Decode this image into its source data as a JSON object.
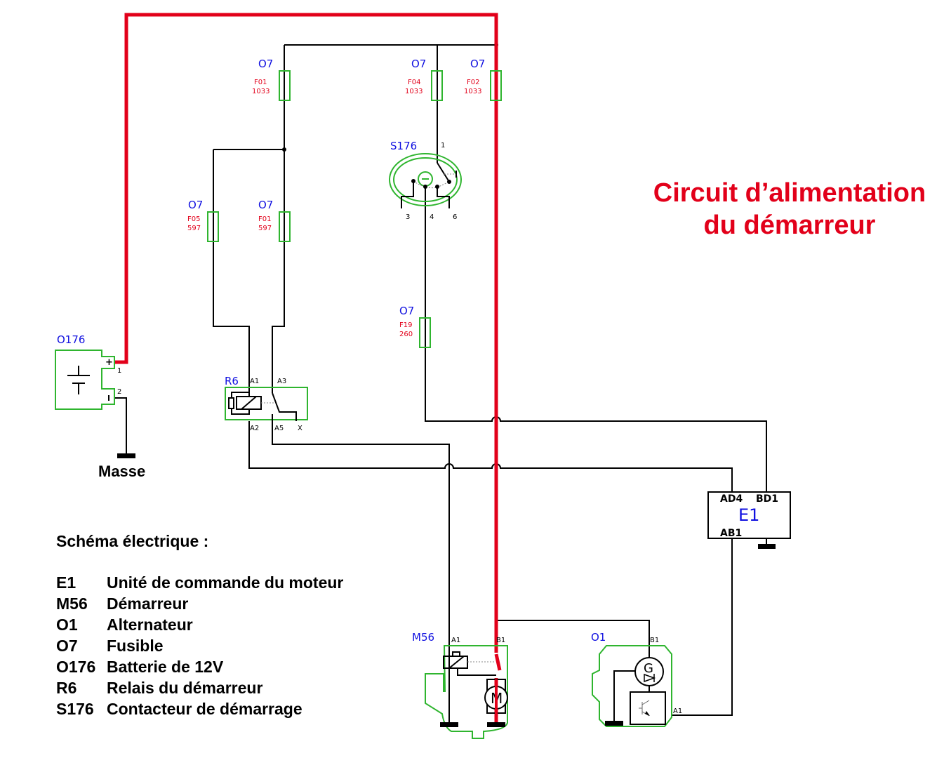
{
  "title": {
    "line1": "Circuit d’alimentation",
    "line2": "du démarreur"
  },
  "ground_label": "Masse",
  "legend": {
    "title": "Schéma électrique :",
    "items": [
      {
        "code": "E1",
        "label": "Unité de commande du moteur"
      },
      {
        "code": "M56",
        "label": "Démarreur"
      },
      {
        "code": "O1",
        "label": "Alternateur"
      },
      {
        "code": "O7",
        "label": "Fusible"
      },
      {
        "code": "O176",
        "label": "Batterie de 12V"
      },
      {
        "code": "R6",
        "label": "Relais du démarreur"
      },
      {
        "code": "S176",
        "label": "Contacteur de démarrage"
      }
    ]
  },
  "fuses": [
    {
      "ref": "O7",
      "id": "F01",
      "rating": "1033"
    },
    {
      "ref": "O7",
      "id": "F04",
      "rating": "1033"
    },
    {
      "ref": "O7",
      "id": "F02",
      "rating": "1033"
    },
    {
      "ref": "O7",
      "id": "F05",
      "rating": "597"
    },
    {
      "ref": "O7",
      "id": "F01",
      "rating": "597"
    },
    {
      "ref": "O7",
      "id": "F19",
      "rating": "260"
    }
  ],
  "components": {
    "battery": {
      "ref": "O176",
      "pins": [
        "+",
        "1",
        "2"
      ]
    },
    "switch": {
      "ref": "S176",
      "pins": [
        "1",
        "3",
        "4",
        "6"
      ]
    },
    "relay": {
      "ref": "R6",
      "pins": [
        "A1",
        "A3",
        "A2",
        "A5",
        "X"
      ]
    },
    "ecu": {
      "ref": "E1",
      "pins": [
        "AD4",
        "BD1",
        "AB1"
      ]
    },
    "starter": {
      "ref": "M56",
      "pins": [
        "A1",
        "B1"
      ],
      "symbol": "M"
    },
    "alternator": {
      "ref": "O1",
      "pins": [
        "B1",
        "A1"
      ],
      "symbol": "G"
    }
  },
  "colors": {
    "power_wire": "#e2001a",
    "component_outline": "#2fb52f",
    "reference_label": "#1010e0",
    "fuse_label": "#e2001a"
  }
}
